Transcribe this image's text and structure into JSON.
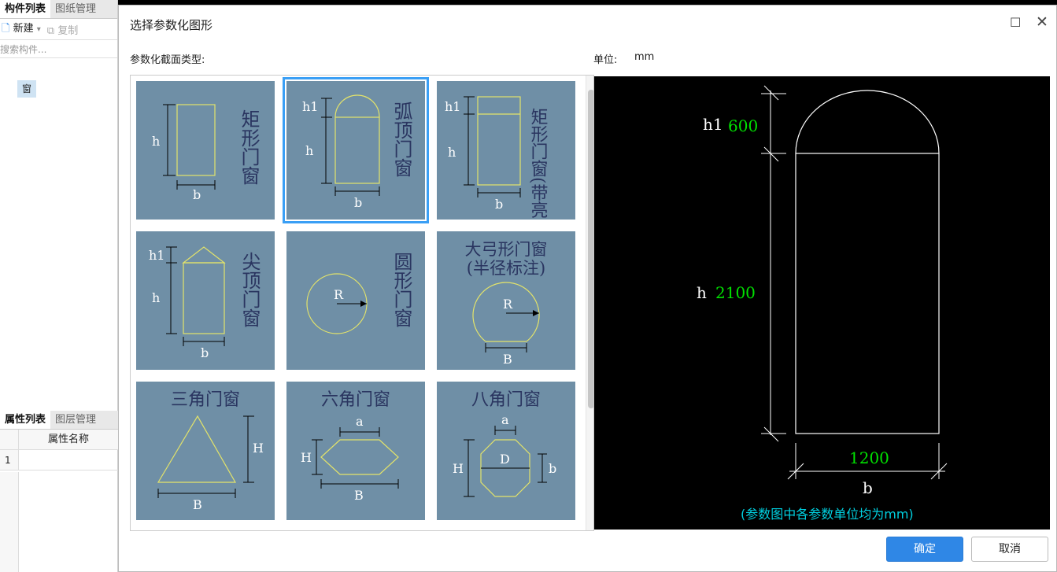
{
  "left_panel": {
    "tabs": [
      "构件列表",
      "图纸管理"
    ],
    "new_label": "新建",
    "copy_label": "复制",
    "search_placeholder": "搜索构件...",
    "tree_item": "窗",
    "prop_tabs": [
      "属性列表",
      "图层管理"
    ],
    "prop_header": "属性名称",
    "prop_row_index": "1"
  },
  "dialog": {
    "title": "选择参数化图形",
    "section_label": "参数化截面类型:",
    "unit_label": "单位:",
    "unit_value": "mm",
    "ok_label": "确定",
    "cancel_label": "取消"
  },
  "shapes": [
    {
      "id": "rect",
      "title": "矩形门窗",
      "dims": {
        "h": "h",
        "b": "b"
      }
    },
    {
      "id": "arc-top",
      "title": "弧顶门窗",
      "dims": {
        "h1": "h1",
        "h": "h",
        "b": "b"
      },
      "selected": true
    },
    {
      "id": "rect-transom",
      "title": "矩形门窗(带亮子)",
      "dims": {
        "h1": "h1",
        "h": "h",
        "b": "b"
      }
    },
    {
      "id": "pointed-top",
      "title": "尖顶门窗",
      "dims": {
        "h1": "h1",
        "h": "h",
        "b": "b"
      }
    },
    {
      "id": "circle",
      "title": "圆形门窗",
      "dims": {
        "R": "R"
      }
    },
    {
      "id": "bow",
      "title": "大弓形门窗",
      "subtitle": "(半径标注)",
      "dims": {
        "R": "R",
        "B": "B"
      }
    },
    {
      "id": "triangle",
      "title": "三角门窗",
      "dims": {
        "H": "H",
        "B": "B"
      }
    },
    {
      "id": "hexagon",
      "title": "六角门窗",
      "dims": {
        "a": "a",
        "H": "H",
        "B": "B"
      }
    },
    {
      "id": "octagon",
      "title": "八角门窗",
      "dims": {
        "a": "a",
        "H": "H",
        "D": "D",
        "b": "b"
      }
    }
  ],
  "preview": {
    "h1_label": "h1",
    "h1_value": "600",
    "h_label": "h",
    "h_value": "2100",
    "b_value": "1200",
    "b_label": "b",
    "note": "(参数图中各参数单位均为mm)"
  },
  "colors": {
    "tile_bg": "#6f8fa6",
    "tile_title": "#2a3560",
    "shape_line": "#e3e36a",
    "selection": "#3a9ff5",
    "preview_value": "#00e000",
    "preview_note": "#00d0e0",
    "ok_button": "#2f87e6"
  }
}
